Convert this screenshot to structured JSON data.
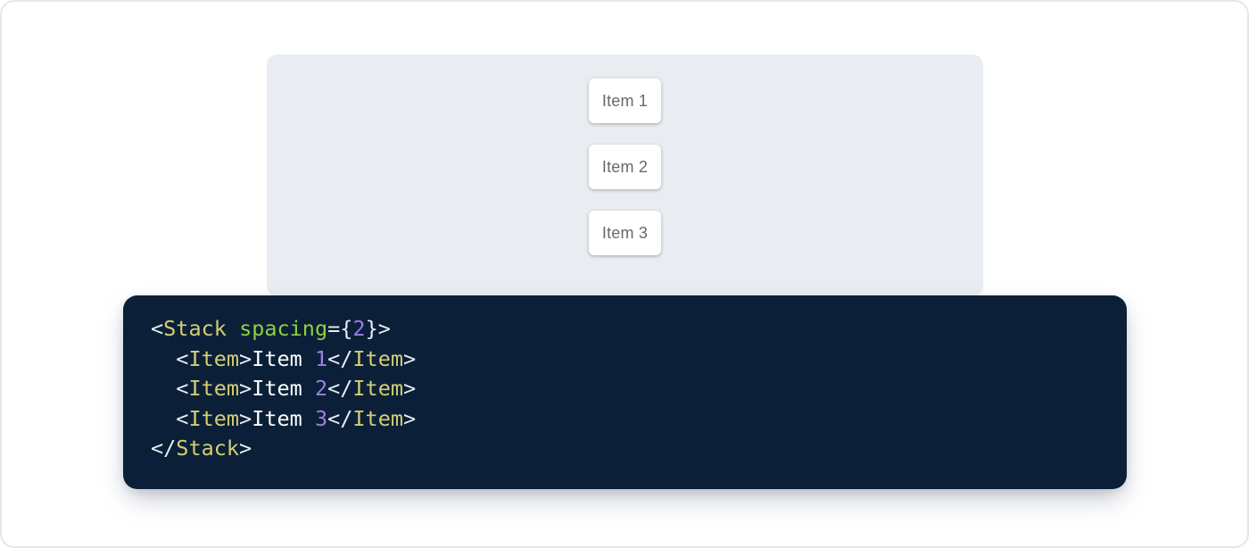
{
  "colors": {
    "page-bg": "#ffffff",
    "page-border": "#e3e7ec",
    "panel-bg": "#e9edf2",
    "card-bg": "#ffffff",
    "card-text": "#66696e",
    "code-bg": "#0b2038",
    "code-tag": "#d5ce72",
    "code-attr": "#8fce45",
    "code-number": "#9f7ce8",
    "code-punct": "#e9edf1",
    "code-text": "#ffffff"
  },
  "demo": {
    "items": [
      "Item 1",
      "Item 2",
      "Item 3"
    ]
  },
  "code": {
    "source": "<Stack spacing={2}>\n  <Item>Item 1</Item>\n  <Item>Item 2</Item>\n  <Item>Item 3</Item>\n</Stack>",
    "lines": [
      {
        "tokens": [
          [
            "punct",
            "<"
          ],
          [
            "tag",
            "Stack"
          ],
          [
            "plain",
            " "
          ],
          [
            "attr",
            "spacing"
          ],
          [
            "punct",
            "={"
          ],
          [
            "num",
            "2"
          ],
          [
            "punct",
            "}>"
          ]
        ]
      },
      {
        "tokens": [
          [
            "plain",
            "  "
          ],
          [
            "punct",
            "<"
          ],
          [
            "tag",
            "Item"
          ],
          [
            "punct",
            ">"
          ],
          [
            "plain",
            "Item "
          ],
          [
            "num",
            "1"
          ],
          [
            "punct",
            "</"
          ],
          [
            "tag",
            "Item"
          ],
          [
            "punct",
            ">"
          ]
        ]
      },
      {
        "tokens": [
          [
            "plain",
            "  "
          ],
          [
            "punct",
            "<"
          ],
          [
            "tag",
            "Item"
          ],
          [
            "punct",
            ">"
          ],
          [
            "plain",
            "Item "
          ],
          [
            "num",
            "2"
          ],
          [
            "punct",
            "</"
          ],
          [
            "tag",
            "Item"
          ],
          [
            "punct",
            ">"
          ]
        ]
      },
      {
        "tokens": [
          [
            "plain",
            "  "
          ],
          [
            "punct",
            "<"
          ],
          [
            "tag",
            "Item"
          ],
          [
            "punct",
            ">"
          ],
          [
            "plain",
            "Item "
          ],
          [
            "num",
            "3"
          ],
          [
            "punct",
            "</"
          ],
          [
            "tag",
            "Item"
          ],
          [
            "punct",
            ">"
          ]
        ]
      },
      {
        "tokens": [
          [
            "punct",
            "</"
          ],
          [
            "tag",
            "Stack"
          ],
          [
            "punct",
            ">"
          ]
        ]
      }
    ]
  }
}
